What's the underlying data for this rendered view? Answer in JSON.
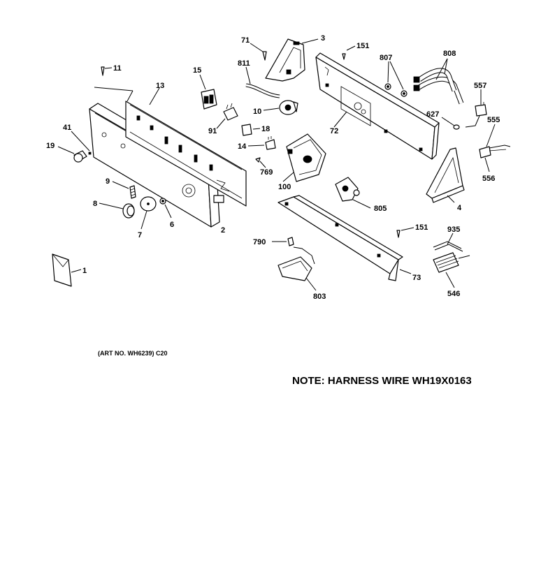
{
  "art_number": "(ART NO. WH6239) C20",
  "note": "NOTE: HARNESS WIRE WH19X0163",
  "callouts": {
    "c1": "1",
    "c2": "2",
    "c3": "3",
    "c4": "4",
    "c6": "6",
    "c7": "7",
    "c8": "8",
    "c9": "9",
    "c10": "10",
    "c11": "11",
    "c13": "13",
    "c14": "14",
    "c15": "15",
    "c18": "18",
    "c19": "19",
    "c41": "41",
    "c71": "71",
    "c72": "72",
    "c73": "73",
    "c91": "91",
    "c100": "100",
    "c151a": "151",
    "c151b": "151",
    "c546": "546",
    "c555": "555",
    "c556": "556",
    "c557": "557",
    "c627": "627",
    "c769": "769",
    "c790": "790",
    "c803": "803",
    "c805": "805",
    "c807": "807",
    "c808": "808",
    "c811": "811",
    "c935": "935"
  }
}
